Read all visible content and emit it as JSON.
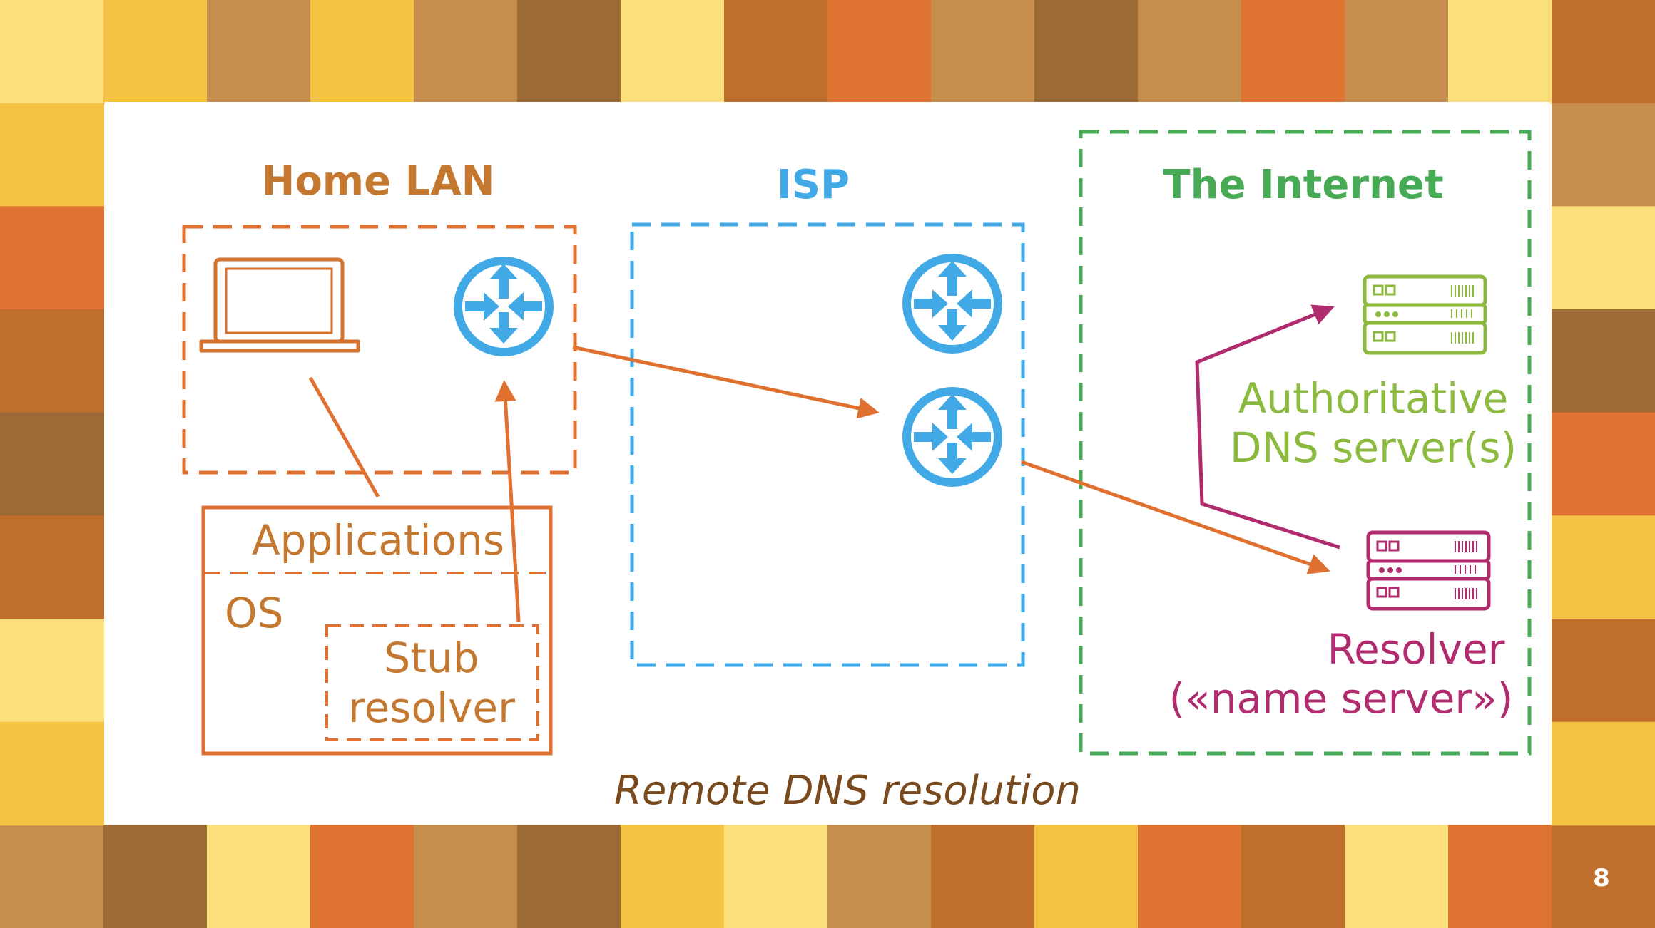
{
  "slide": {
    "number": "8",
    "caption": "Remote DNS resolution"
  },
  "zones": {
    "home_lan": {
      "title": "Home LAN",
      "color": "#d6722e"
    },
    "isp": {
      "title": "ISP",
      "color": "#41a9e6"
    },
    "internet": {
      "title": "The Internet",
      "color": "#47ab55"
    }
  },
  "host": {
    "applications_label": "Applications",
    "os_label": "OS",
    "stub_resolver_line1": "Stub",
    "stub_resolver_line2": "resolver"
  },
  "servers": {
    "authoritative": {
      "line1": "Authoritative",
      "line2": "DNS server(s)",
      "color": "#8bba3e"
    },
    "resolver": {
      "line1": "Resolver",
      "line2": "(«name server»)",
      "color": "#b02c6f"
    }
  },
  "icons": {
    "laptop": "laptop-icon",
    "router": "router-icon",
    "server": "server-icon"
  },
  "colors": {
    "text_brown": "#c4782f",
    "caption": "#7a4a1f",
    "link": "#e0702f",
    "resolver_link": "#b02c6f",
    "border_palette": [
      "#fce07c",
      "#f6c243",
      "#c68e4c",
      "#9b6a37",
      "#bf6f2b",
      "#df7331"
    ]
  }
}
